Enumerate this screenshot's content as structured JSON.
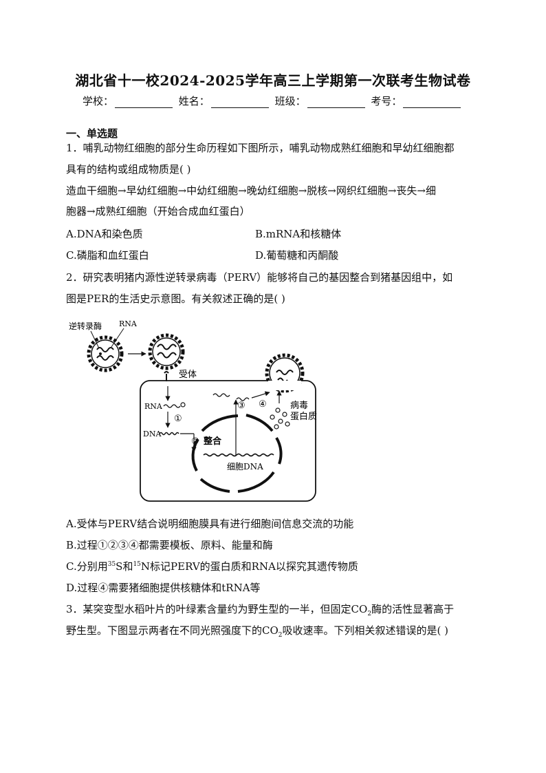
{
  "title": "湖北省十一校2024-2025学年高三上学期第一次联考生物试卷",
  "info": {
    "school": "学校：",
    "name": "姓名：",
    "class": "班级：",
    "number": "考号："
  },
  "section1": "一、单选题",
  "q1": {
    "stem_line1": "1．哺乳动物红细胞的部分生命历程如下图所示，哺乳动物成熟红细胞和早幼红细胞都",
    "stem_line2": "具有的结构或组成物质是(  )",
    "process_line1": "造血干细胞→早幼红细胞→中幼红细胞→晚幼红细胞→脱核→网织红细胞→丧失→细",
    "process_line2": "胞器→成熟红细胞（开始合成血红蛋白）",
    "A": "A.DNA和染色质",
    "B": "B.mRNA和核糖体",
    "C": "C.磷脂和血红蛋白",
    "D": "D.葡萄糖和丙酮酸"
  },
  "q2": {
    "stem_line1": "2．研究表明猪内源性逆转录病毒（PERV）能够将自己的基因整合到猪基因组中，如",
    "stem_line2": "图是PER的生活史示意图。有关叙述正确的是(  )",
    "figure": {
      "reverse_transcriptase": "逆转录酶",
      "rna_top": "RNA",
      "receptor": "受体",
      "rna_left": "RNA",
      "dna_left": "DNA",
      "step1": "①",
      "step2": "②",
      "step3": "③",
      "step4": "④",
      "integrate": "整合",
      "cell_dna": "细胞DNA",
      "virus_protein_1": "病毒",
      "virus_protein_2": "蛋白质"
    },
    "A": "A.受体与PERV结合说明细胞膜具有进行细胞间信息交流的功能",
    "B": "B.过程①②③④都需要模板、原料、能量和酶",
    "C_pre": "C.分别用",
    "C_sup1": "35",
    "C_mid1": "S和",
    "C_sup2": "15",
    "C_post": "N标记PERV的蛋白质和RNA以探究其遗传物质",
    "D": "D.过程④需要猪细胞提供核糖体和tRNA等"
  },
  "q3": {
    "line1_pre": "3．某突变型水稻叶片的叶绿素含量约为野生型的一半，但固定CO",
    "line1_sub": "2",
    "line1_post": "酶的活性显著高于",
    "line2_pre": "野生型。下图显示两者在不同光照强度下的CO",
    "line2_sub": "2",
    "line2_post": "吸收速率。下列相关叙述错误的是(  )"
  }
}
